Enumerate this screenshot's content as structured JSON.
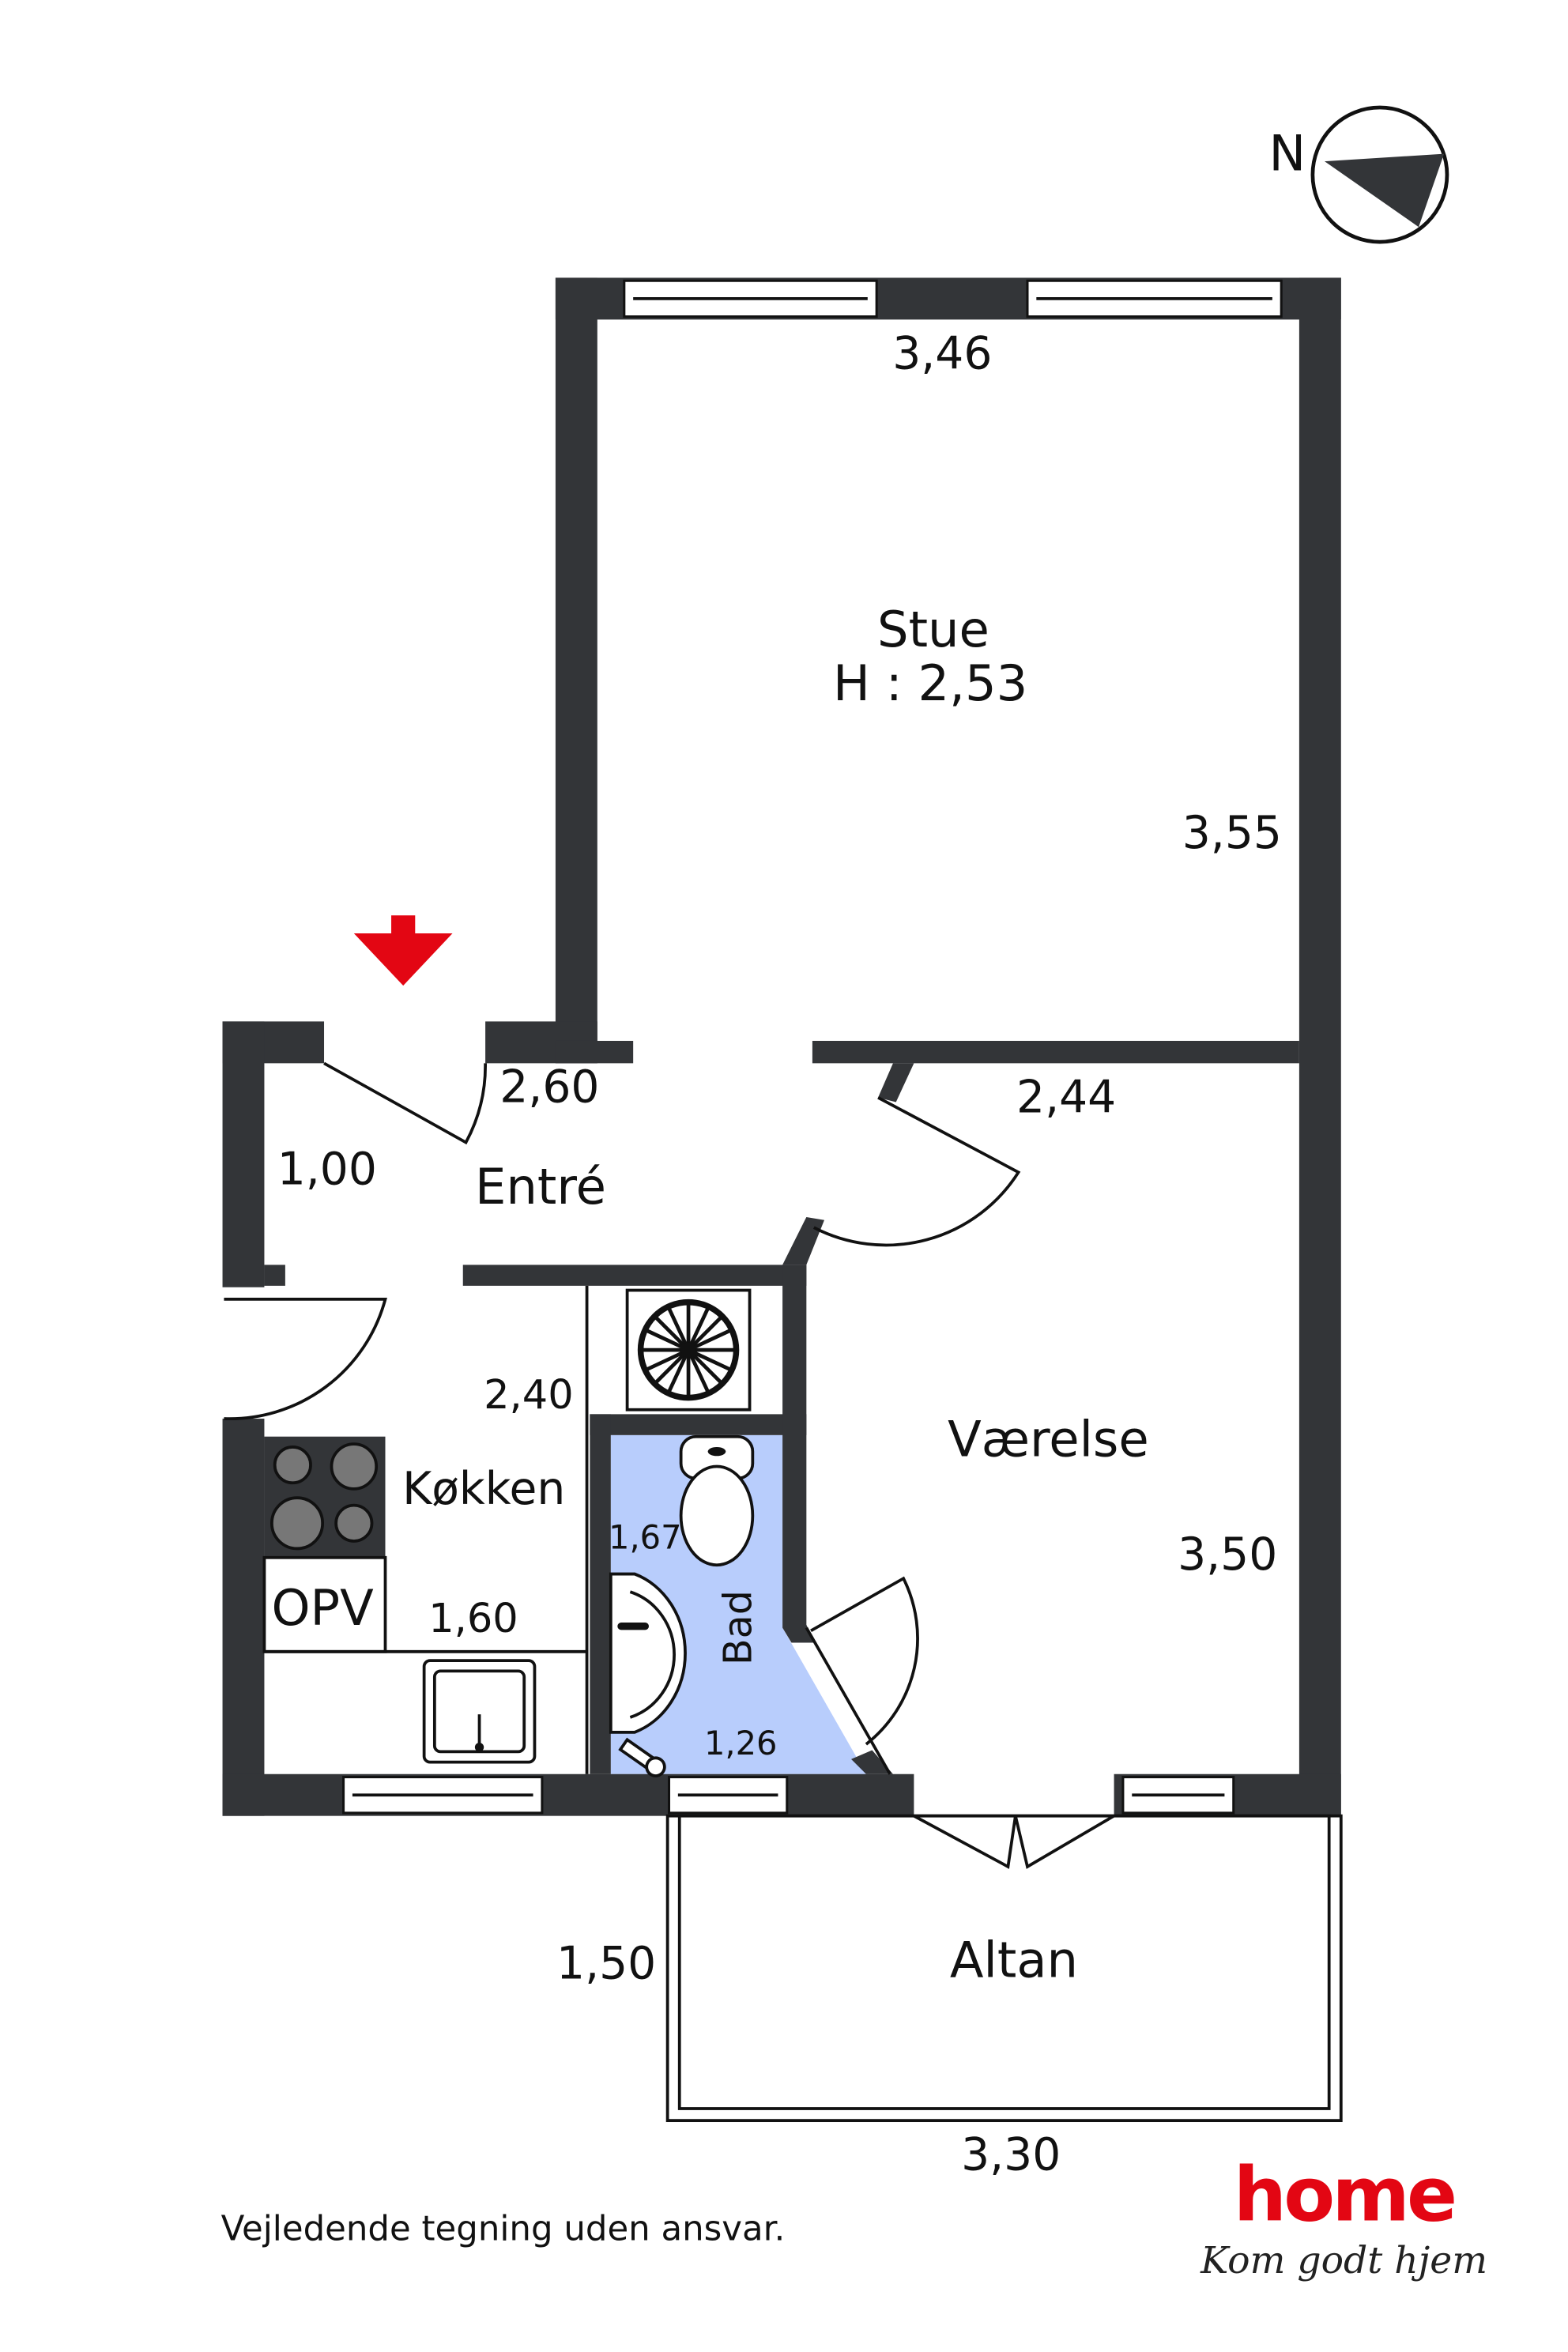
{
  "rooms": {
    "stue": {
      "name": "Stue",
      "height": "H : 2,53",
      "width": "3,46",
      "depth": "3,55"
    },
    "entre": {
      "name": "Entré",
      "dim_a": "2,60",
      "dim_b": "1,00"
    },
    "vaerelse": {
      "name": "Værelse",
      "width": "2,44",
      "depth": "3,50"
    },
    "kokken": {
      "name": "Køkken",
      "dim_a": "2,40",
      "dim_b": "1,60",
      "appliance": "OPV"
    },
    "bad": {
      "name": "Bad",
      "dim_a": "1,67",
      "dim_b": "1,26"
    },
    "altan": {
      "name": "Altan",
      "depth": "1,50",
      "width": "3,30"
    }
  },
  "compass": {
    "label": "N"
  },
  "disclaimer": "Vejledende tegning uden ansvar.",
  "logo": {
    "brand": "home",
    "tagline": "Kom godt hjem"
  },
  "colors": {
    "wall": "#333538",
    "bath": "#b8cdfc",
    "brand": "#e30613"
  }
}
